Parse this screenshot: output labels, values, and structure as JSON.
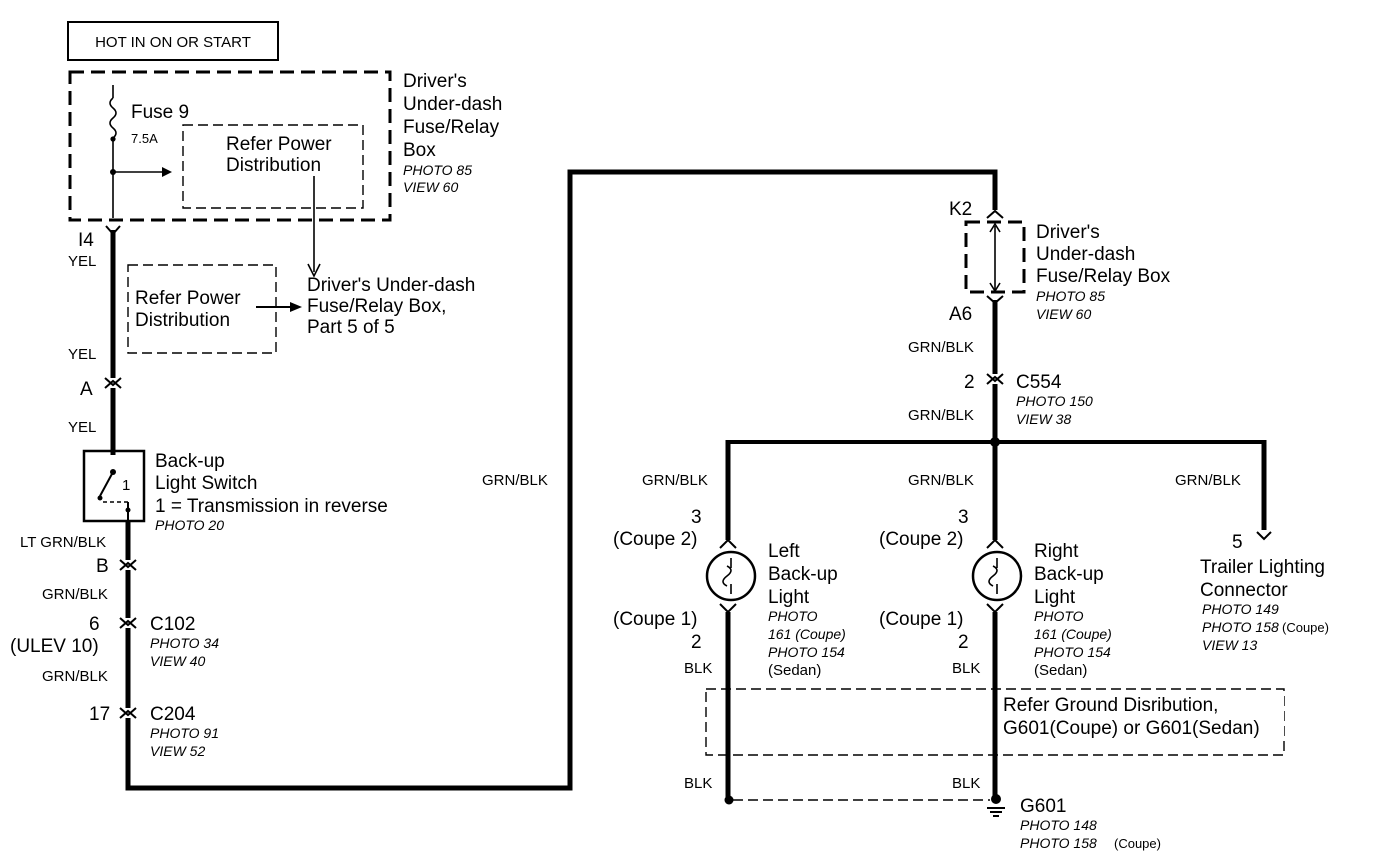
{
  "header": {
    "power_label": "HOT IN ON OR START"
  },
  "fuse_box_top": {
    "title": [
      "Driver's",
      "Under-dash",
      "Fuse/Relay",
      "Box"
    ],
    "photo": "PHOTO 85",
    "view": "VIEW 60",
    "fuse_name": "Fuse 9",
    "fuse_rating": "7.5A",
    "refer": [
      "Refer Power",
      "Distribution"
    ]
  },
  "upper_left": {
    "terminal": "I4",
    "wire1": "YEL",
    "refer": [
      "Refer Power",
      "Distribution"
    ],
    "target": [
      "Driver's Under-dash",
      "Fuse/Relay Box,",
      "Part 5 of 5"
    ],
    "wire2": "YEL",
    "connector": "A",
    "wire3": "YEL"
  },
  "switch": {
    "title": [
      "Back-up",
      "Light Switch"
    ],
    "position": "1",
    "note": "1 =  Transmission in reverse",
    "photo": "PHOTO 20"
  },
  "lower_left": {
    "wire_out": "LT GRN/BLK",
    "conn_b": "B",
    "wire_b": "GRN/BLK",
    "c102_pin": "6",
    "c102_alt": "(ULEV 10)",
    "c102": "C102",
    "c102_photo": "PHOTO 34",
    "c102_view": "VIEW 40",
    "wire_c": "GRN/BLK",
    "c204_pin": "17",
    "c204": "C204",
    "c204_photo": "PHOTO 91",
    "c204_view": "VIEW 52"
  },
  "long_wire": "GRN/BLK",
  "fuse_box_right": {
    "k2": "K2",
    "title": [
      "Driver's",
      "Under-dash",
      "Fuse/Relay Box"
    ],
    "photo": "PHOTO 85",
    "view": "VIEW 60",
    "a6": "A6",
    "wire": "GRN/BLK"
  },
  "c554": {
    "pin": "2",
    "name": "C554",
    "photo": "PHOTO 150",
    "view": "VIEW 38",
    "wire": "GRN/BLK"
  },
  "branches": {
    "left_wire": "GRN/BLK",
    "mid_wire": "GRN/BLK",
    "right_wire": "GRN/BLK"
  },
  "left_light": {
    "top_pin": "3",
    "top_variant": "(Coupe 2)",
    "title": [
      "Left",
      "Back-up",
      "Light"
    ],
    "photos": [
      "PHOTO",
      "161 (Coupe)",
      "PHOTO 154"
    ],
    "sedan": "(Sedan)",
    "bot_variant": "(Coupe 1)",
    "bot_pin": "2",
    "ground_wire": "BLK",
    "ground_wire2": "BLK"
  },
  "right_light": {
    "top_pin": "3",
    "top_variant": "(Coupe 2)",
    "title": [
      "Right",
      "Back-up",
      "Light"
    ],
    "photos": [
      "PHOTO",
      "161 (Coupe)",
      "PHOTO 154"
    ],
    "sedan": "(Sedan)",
    "bot_variant": "(Coupe 1)",
    "bot_pin": "2",
    "ground_wire": "BLK",
    "ground_wire2": "BLK"
  },
  "trailer": {
    "pin": "5",
    "title": [
      "Trailer Lighting",
      "Connector"
    ],
    "photo1": "PHOTO 149",
    "photo2_a": "PHOTO 158",
    "photo2_b": "(Coupe)",
    "view": "VIEW 13"
  },
  "ground_refer": [
    "Refer Ground Disribution,",
    "G601(Coupe) or G601(Sedan)"
  ],
  "ground": {
    "name": "G601",
    "photo1": "PHOTO 148",
    "photo2_a": "PHOTO 158",
    "photo2_b": "(Coupe)"
  }
}
